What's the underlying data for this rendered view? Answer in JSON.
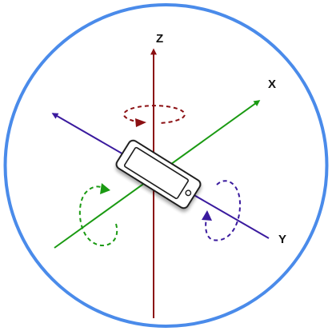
{
  "axes": {
    "z": {
      "label": "Z",
      "color": "#8b0f12"
    },
    "x": {
      "label": "X",
      "color": "#1a9a12"
    },
    "y": {
      "label": "Y",
      "color": "#3a1a9e"
    }
  },
  "colors": {
    "ring": "#4a8bea",
    "device_body": "#ffffff",
    "device_outline": "#1c1c1c"
  },
  "icons": [
    "rotation-arrow-z-icon",
    "rotation-arrow-x-icon",
    "rotation-arrow-y-icon",
    "phone-device-icon"
  ]
}
